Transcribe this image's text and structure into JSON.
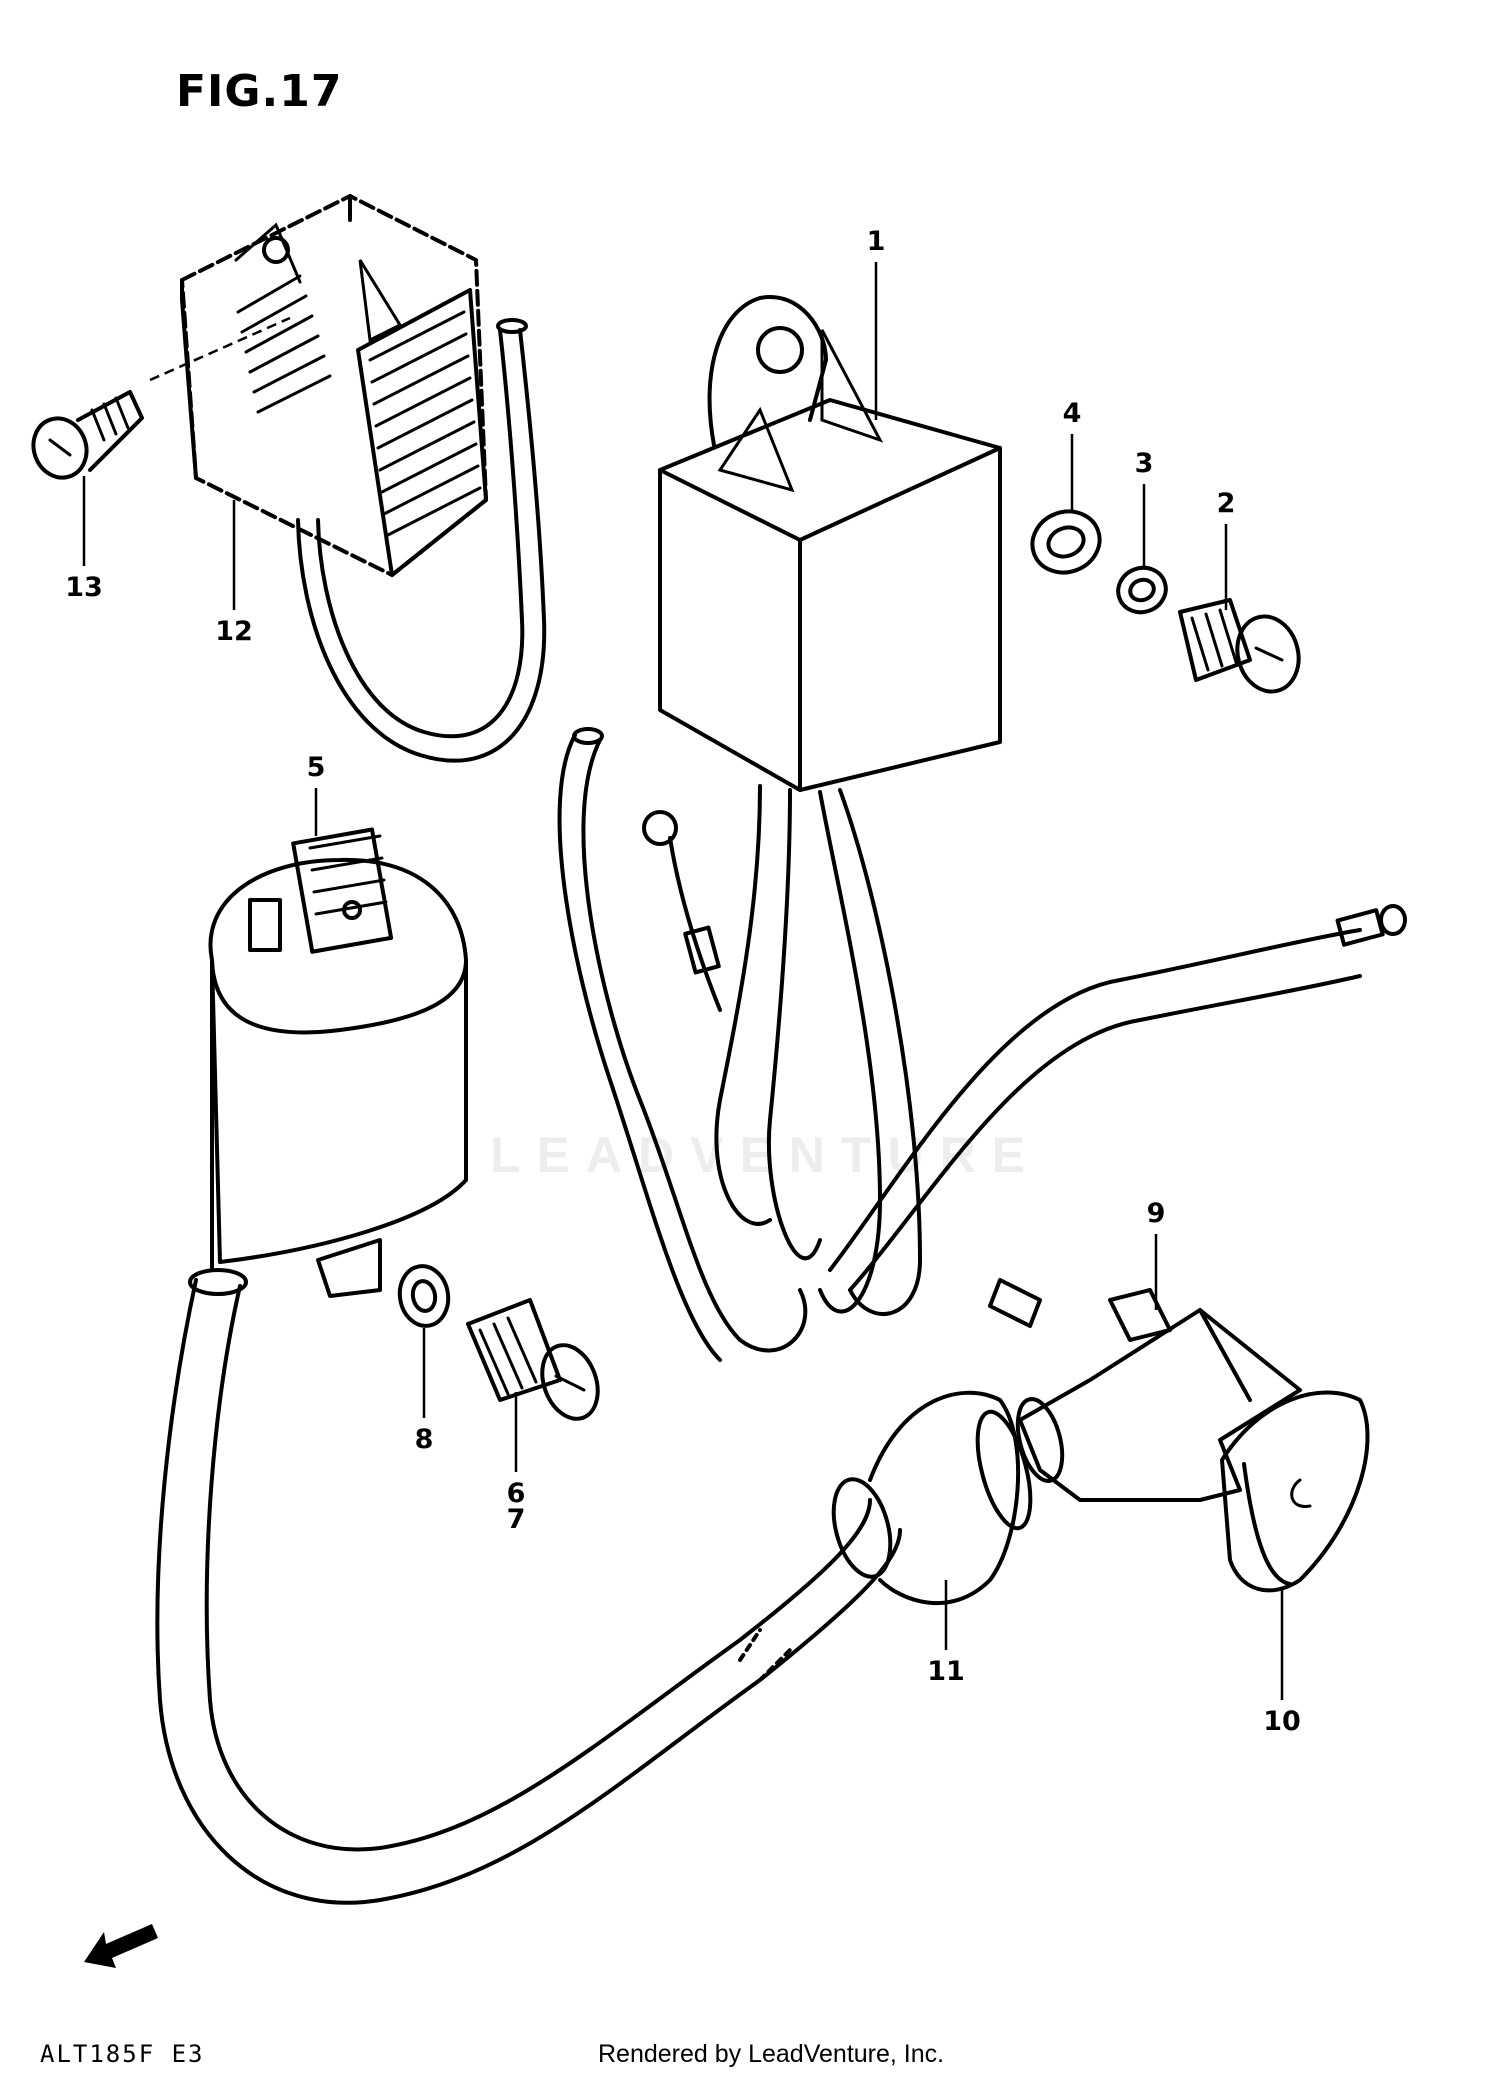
{
  "figure": {
    "title": "FIG.17",
    "model_code": "ALT185F E3",
    "credit": "Rendered by LeadVenture, Inc.",
    "watermark": "LEADVENTURE",
    "fwd_label": "FWD"
  },
  "callouts": [
    {
      "id": "1",
      "label": "1"
    },
    {
      "id": "2",
      "label": "2"
    },
    {
      "id": "3",
      "label": "3"
    },
    {
      "id": "4",
      "label": "4"
    },
    {
      "id": "5",
      "label": "5"
    },
    {
      "id": "6",
      "label": "6"
    },
    {
      "id": "7",
      "label": "7"
    },
    {
      "id": "8",
      "label": "8"
    },
    {
      "id": "9",
      "label": "9"
    },
    {
      "id": "10",
      "label": "10"
    },
    {
      "id": "11",
      "label": "11"
    },
    {
      "id": "12",
      "label": "12"
    },
    {
      "id": "13",
      "label": "13"
    }
  ]
}
